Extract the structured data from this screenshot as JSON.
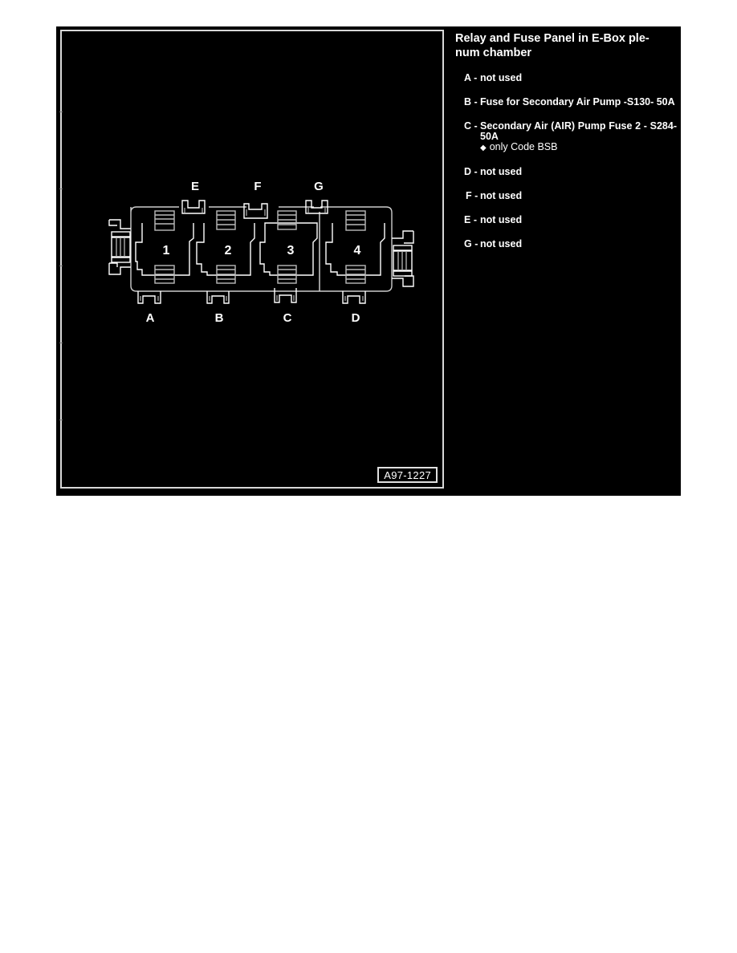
{
  "document": {
    "title": "Relay and Fuse Panel in E-Box ple-num chamber",
    "title_lines": [
      "Relay and Fuse Panel in E-Box ple-",
      "num chamber"
    ],
    "figure_id": "A97-1227",
    "legend": [
      {
        "key": "A",
        "text": "not used"
      },
      {
        "key": "B",
        "text": "Fuse for Secondary Air Pump -S130- 50A"
      },
      {
        "key": "C",
        "text": "Secondary Air (AIR) Pump Fuse 2 - S284- 50A",
        "note": "only Code BSB"
      },
      {
        "key": "D",
        "text": "not used"
      },
      {
        "key": "F",
        "text": "not used"
      },
      {
        "key": "E",
        "text": "not used"
      },
      {
        "key": "G",
        "text": "not used"
      }
    ]
  },
  "diagram": {
    "relay_positions": [
      "1",
      "2",
      "3",
      "4"
    ],
    "fuse_labels_top": [
      "E",
      "F",
      "G"
    ],
    "fuse_labels_bottom": [
      "A",
      "B",
      "C",
      "D"
    ]
  },
  "colors": {
    "background": "#000000",
    "line": "#ffffff",
    "page": "#ffffff"
  }
}
